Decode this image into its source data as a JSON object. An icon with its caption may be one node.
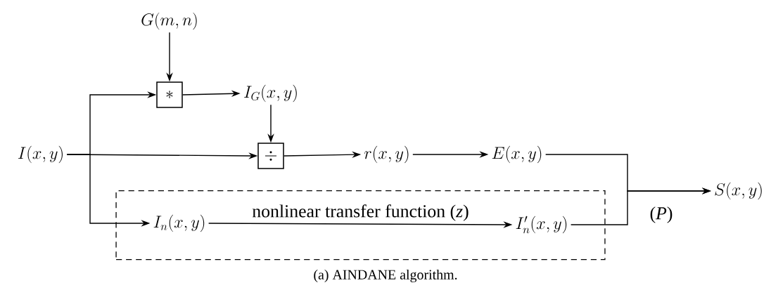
{
  "diagram": {
    "caption": "(a) AINDANE algorithm.",
    "nodes": [
      {
        "text": [
          "G(m,n)"
        ]
      },
      {
        "text": [
          "*"
        ]
      },
      {
        "text": [
          "I_G(x,y)"
        ]
      },
      {
        "text": [
          "I(x,y)"
        ]
      },
      {
        "text": [
          "\\div"
        ]
      },
      {
        "text": [
          "r(x,y)"
        ]
      },
      {
        "text": [
          "E(x,y)"
        ]
      },
      {
        "text": [],
        "shape": "box"
      },
      {
        "text": [
          "I_n(x,y)"
        ],
        "in": 7
      },
      {
        "text": [
          "I'_n(x,y)"
        ],
        "in": 7
      },
      {
        "text": [
          "S(x,y)"
        ]
      }
    ],
    "edges": [
      {
        "from": 0,
        "to": 1,
        "arrow": "to"
      },
      {
        "from": 3,
        "to": 1,
        "arrow": "to"
      },
      {
        "from": 1,
        "to": 2,
        "arrow": "to"
      },
      {
        "from": 2,
        "to": 4,
        "arrow": "to"
      },
      {
        "from": 3,
        "to": 4,
        "arrow": "to"
      },
      {
        "from": 4,
        "to": 5,
        "arrow": "to"
      },
      {
        "from": 5,
        "to": 6,
        "arrow": "to"
      },
      {
        "from": 3,
        "to": 8,
        "arrow": "to"
      },
      {
        "from": 8,
        "to": 9,
        "arrow": "to",
        "label": "nonlinear transfer function (*z*)"
      },
      {
        "from": 6,
        "to": 10,
        "arrow": "to"
      },
      {
        "from": 9,
        "to": 10,
        "arrow": "to"
      }
    ],
    "labels": [
      "(*P*)"
    ]
  }
}
